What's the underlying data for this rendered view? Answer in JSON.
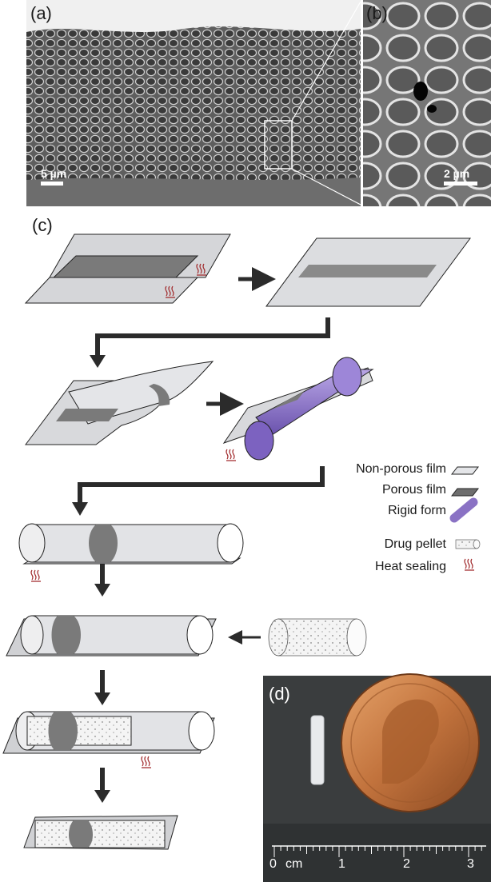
{
  "panels": {
    "a": {
      "label": "(a)",
      "scale": "5 µm"
    },
    "b": {
      "label": "(b)",
      "scale": "2 µm"
    },
    "c": {
      "label": "(c)"
    },
    "d": {
      "label": "(d)"
    }
  },
  "legend": {
    "non_porous": "Non-porous film",
    "porous": "Porous film",
    "rigid": "Rigid form",
    "pellet": "Drug pellet",
    "heat": "Heat sealing"
  },
  "ruler": {
    "unit": "cm",
    "ticks": [
      "0",
      "1",
      "2",
      "3"
    ]
  },
  "colors": {
    "film": "#dcdde0",
    "porous": "#7a7a7a",
    "rigid": "#8a72c4",
    "heat": "#a0282a",
    "arrow": "#2b2b2b"
  }
}
